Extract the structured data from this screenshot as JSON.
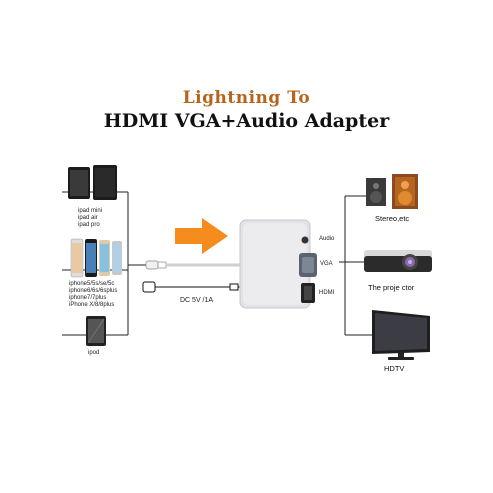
{
  "title": {
    "line1": "Lightning To",
    "line2": "HDMI VGA+Audio Adapter"
  },
  "left_devices": [
    {
      "name": "ipad",
      "lines": [
        "ipad mini",
        "ipad air",
        "ipad pro"
      ]
    },
    {
      "name": "iphone",
      "lines": [
        "iphone5/5s/se/5c",
        "iphone6/6s/6splus",
        "iphone7/7plus",
        "iPhone X/8/8plus"
      ]
    },
    {
      "name": "ipod",
      "lines": [
        "ipod"
      ]
    }
  ],
  "power_label": "DC 5V /1A",
  "ports": {
    "audio": "Audio",
    "vga": "VGA",
    "hdmi": "HDMI"
  },
  "right_devices": {
    "speakers": "Stereo,etc",
    "projector": "The proje ctor",
    "monitor": "HDTV"
  },
  "colors": {
    "title_accent": "#b5651d",
    "arrow": "#f68b1e",
    "adapter": "#e2e2e6"
  }
}
